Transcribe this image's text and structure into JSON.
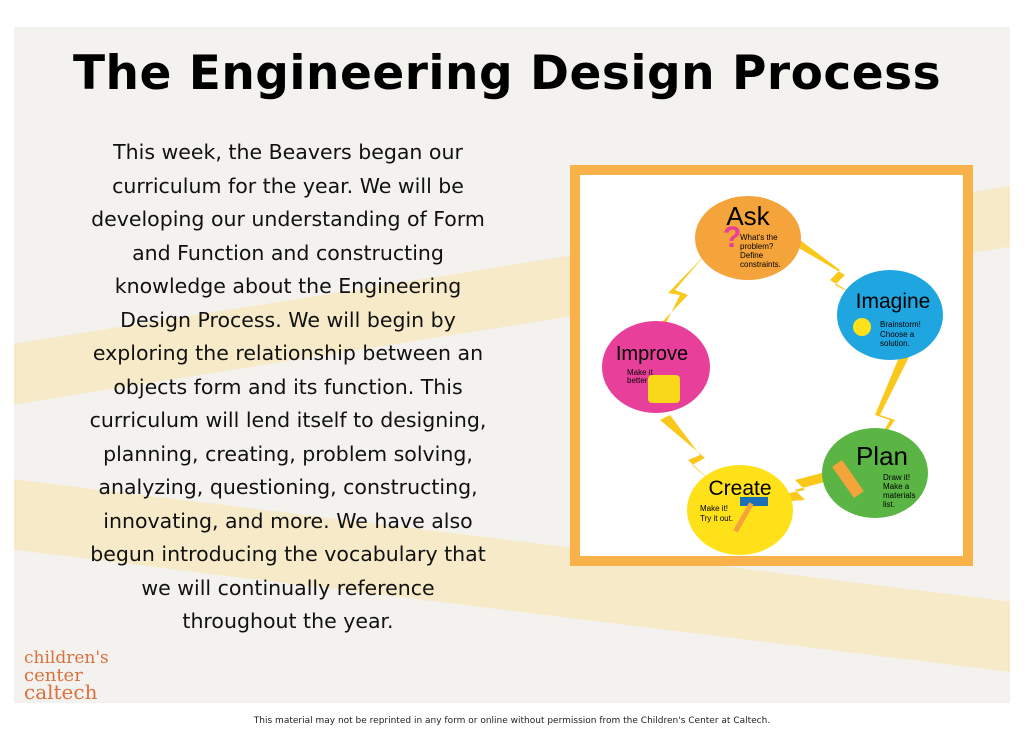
{
  "title": "The Engineering Design Process",
  "body_lines": [
    "This week, the Beavers began our",
    "curriculum for the year. We will be",
    "developing our understanding of Form",
    "and Function and constructing",
    "knowledge about the Engineering",
    "Design Process.  We will begin by",
    "exploring the relationship between an",
    "objects form and its function. This",
    "curriculum will lend itself to designing,",
    "planning, creating, problem solving,",
    "analyzing, questioning, constructing,",
    "innovating, and more. We have also",
    "begun introducing the vocabulary that",
    "we will continually reference",
    "throughout the year."
  ],
  "diagram": {
    "ask": {
      "title": "Ask",
      "items": [
        "What's the",
        "problem?",
        "Define",
        "constraints."
      ]
    },
    "imagine": {
      "title": "Imagine",
      "items": [
        "Brainstorm!",
        "Choose a",
        "solution."
      ]
    },
    "plan": {
      "title": "Plan",
      "items": [
        "Draw it!",
        "Make a",
        "materials",
        "list."
      ]
    },
    "create": {
      "title": "Create",
      "items": [
        "Make it!",
        "Try it out."
      ]
    },
    "improve": {
      "title": "Improve",
      "items": [
        "Make it",
        "better!"
      ]
    }
  },
  "logo": {
    "line1": "children's",
    "line2": "center",
    "line3": "caltech"
  },
  "footer": "This material may not be reprinted in any form or online without permission from the Children's Center at Caltech.",
  "colors": {
    "ask": "#f5a33b",
    "imagine": "#1fa6e0",
    "plan": "#5bb544",
    "create": "#ffe11a",
    "improve": "#e8409a",
    "bolt": "#f9c81a",
    "frame": "#f9b24a",
    "logo": "#d9703f"
  }
}
